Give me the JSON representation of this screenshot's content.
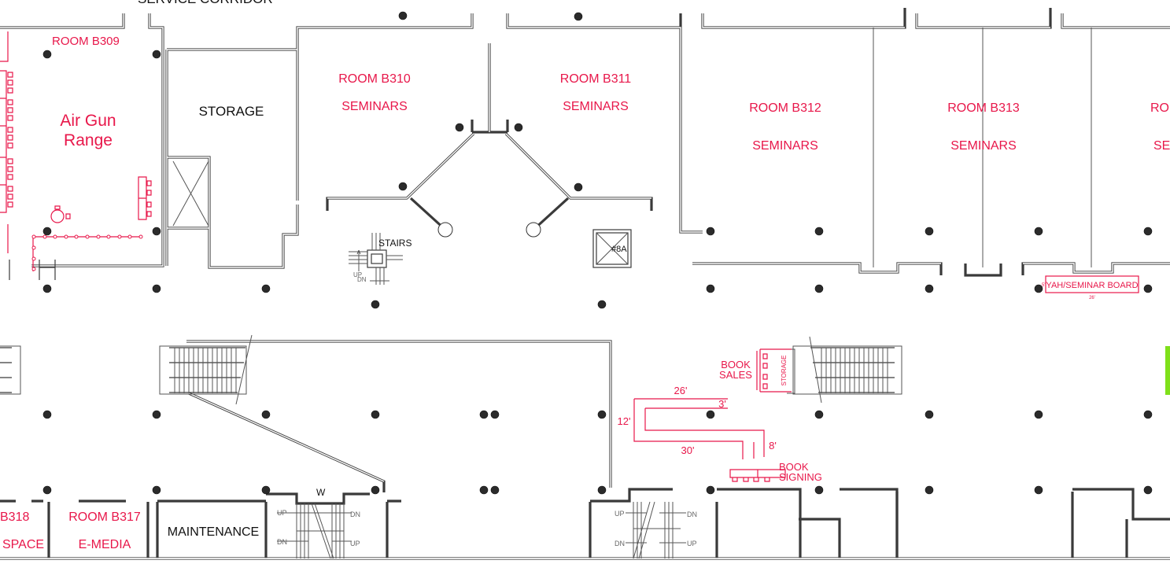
{
  "plan": {
    "corridor_label": "SERVICE CORRIDOR",
    "rooms": [
      {
        "id": "b309",
        "name": "ROOM B309",
        "use": "Air Gun",
        "use2": "Range"
      },
      {
        "id": "storage",
        "name": "STORAGE"
      },
      {
        "id": "b310",
        "name": "ROOM B310",
        "use": "SEMINARS"
      },
      {
        "id": "b311",
        "name": "ROOM B311",
        "use": "SEMINARS"
      },
      {
        "id": "b312",
        "name": "ROOM B312",
        "use": "SEMINARS"
      },
      {
        "id": "b313",
        "name": "ROOM B313",
        "use": "SEMINARS"
      },
      {
        "id": "b314",
        "name": "RO",
        "use": "SE"
      },
      {
        "id": "b318",
        "name": "B318",
        "use": "SPACE"
      },
      {
        "id": "b317",
        "name": "ROOM B317",
        "use": "E-MEDIA"
      },
      {
        "id": "maintenance",
        "name": "MAINTENANCE"
      }
    ],
    "stairs_label": "STAIRS",
    "stairs_up": "UP",
    "stairs_dn": "DN",
    "elevator_label": "#8A",
    "seminar_board": {
      "label": "YAH/SEMINAR BOARD",
      "dim_side": "5'",
      "dim_bottom": "26'"
    },
    "book_sales": {
      "line1": "BOOK",
      "line2": "SALES",
      "storage": "STORAGE"
    },
    "book_signing": {
      "line1": "BOOK",
      "line2": "SIGNING"
    },
    "queue_dims": {
      "top": "26'",
      "inner": "3'",
      "left": "12'",
      "bottom": "30'",
      "right": "8'"
    },
    "west_stair": {
      "label": "W",
      "up": "UP",
      "dn": "DN"
    },
    "east_stair": {
      "up": "UP",
      "dn": "DN"
    }
  },
  "colors": {
    "event_red": "#e8174a",
    "wall": "#3a3a3a",
    "highlight_green": "#7fe01a"
  }
}
